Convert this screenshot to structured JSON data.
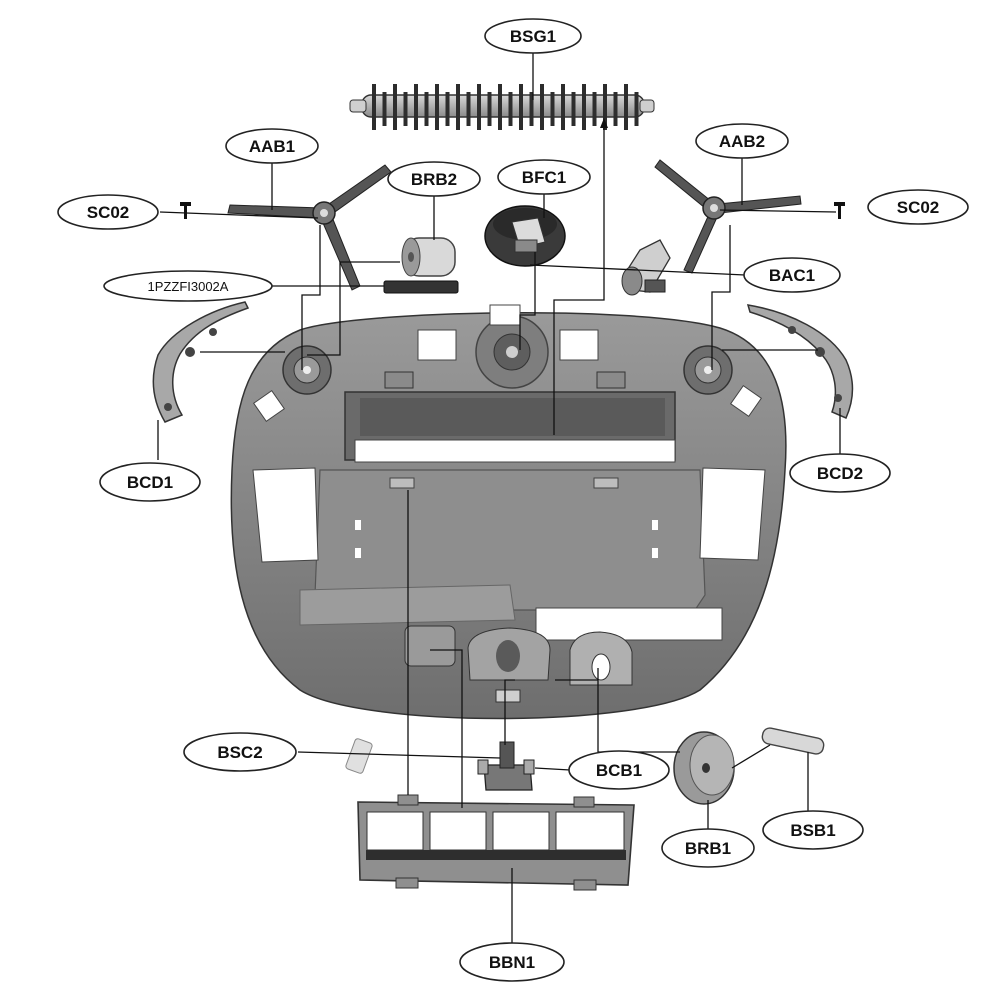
{
  "colors": {
    "body_fill": "#7a7a7a",
    "body_dark": "#5a5a5a",
    "body_light": "#a9a9a9",
    "part_dark": "#3a3a3a",
    "part_mid": "#8c8c8c",
    "part_light": "#c8c8c8",
    "line": "#111111"
  },
  "labels": {
    "bsg1": "BSG1",
    "aab1": "AAB1",
    "aab2": "AAB2",
    "brb2": "BRB2",
    "bfc1": "BFC1",
    "sc02_left": "SC02",
    "sc02_right": "SC02",
    "part_number": "1PZZFI3002A",
    "bac1": "BAC1",
    "bcd1": "BCD1",
    "bcd2": "BCD2",
    "bsc2": "BSC2",
    "bcb1": "BCB1",
    "brb1": "BRB1",
    "bsb1": "BSB1",
    "bbn1": "BBN1"
  }
}
